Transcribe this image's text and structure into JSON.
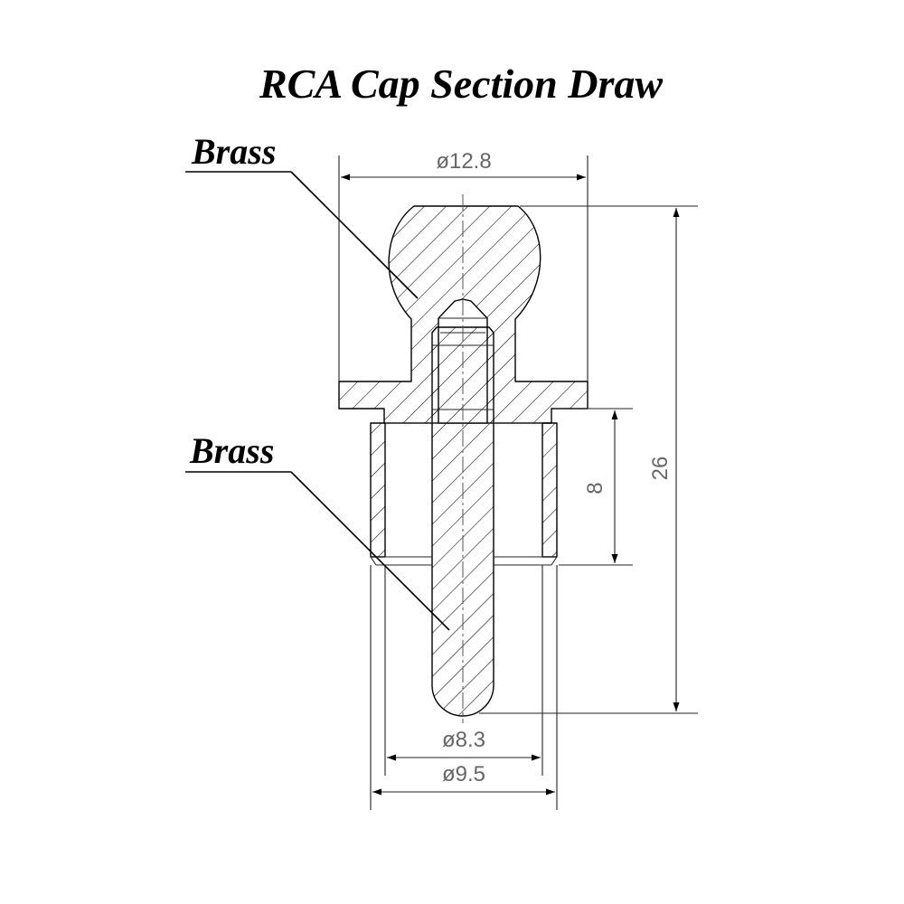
{
  "title": "RCA Cap Section Draw",
  "materials": [
    {
      "label": "Brass"
    },
    {
      "label": "Brass"
    }
  ],
  "dimensions": {
    "top_diameter": "ø12.8",
    "height_total": "26",
    "sleeve_length": "8",
    "pin_diameter": "ø8.3",
    "sleeve_diameter": "ø9.5"
  },
  "colors": {
    "lines": "#000000",
    "dimension_text": "#666666",
    "background": "#ffffff"
  }
}
